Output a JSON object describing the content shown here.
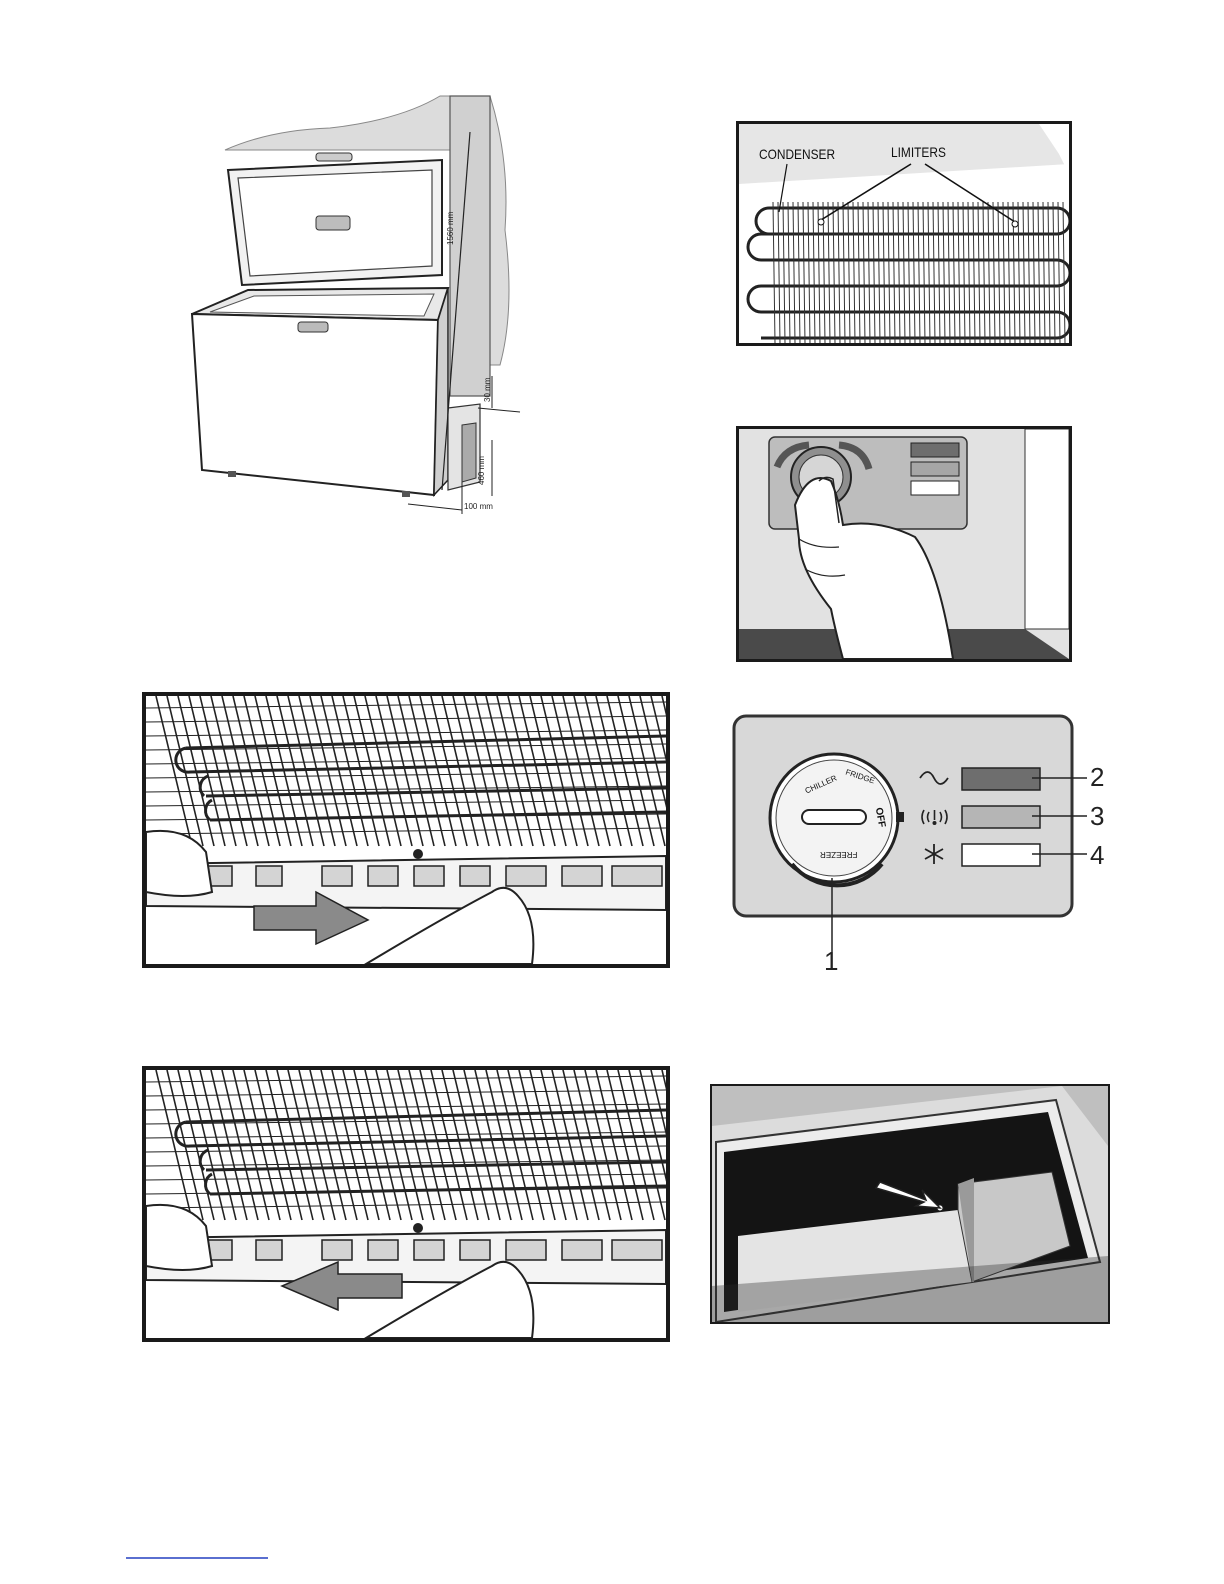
{
  "installation": {
    "dim_height": "1560 mm",
    "dim_top": "30 mm",
    "dim_side": "460 mm",
    "dim_bottom": "100 mm"
  },
  "condenser": {
    "label_condenser": "CONDENSER",
    "label_limiters": "LIMITERS"
  },
  "control_panel": {
    "dial_labels": {
      "chiller": "CHILLER",
      "fridge": "FRIDGE",
      "off": "OFF",
      "freezer": "FREEZER"
    },
    "callouts": [
      "1",
      "2",
      "3",
      "4"
    ],
    "indicator_icons": [
      "power-wave-icon",
      "alarm-icon",
      "snowflake-icon"
    ]
  },
  "colors": {
    "frame": "#1a1a1a",
    "indicator_dark": "#6e6e6e",
    "indicator_mid": "#b5b5b5",
    "indicator_light": "#ffffff",
    "footer_rule": "#5a6fd0"
  }
}
